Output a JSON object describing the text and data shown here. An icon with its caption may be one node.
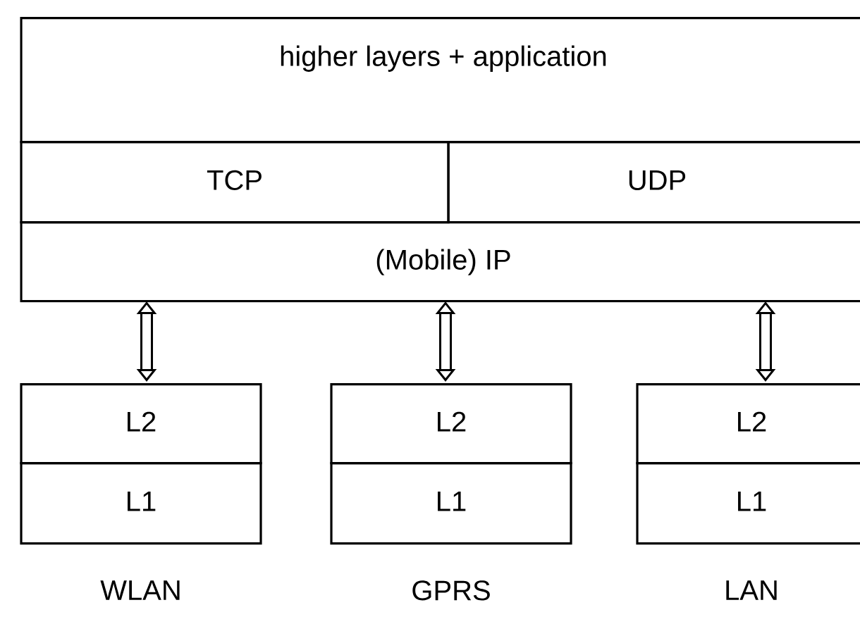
{
  "diagram": {
    "nodes": [
      {
        "text": [
          "higher layers + application"
        ]
      },
      {
        "text": [
          "TCP"
        ]
      },
      {
        "text": [
          "UDP"
        ]
      },
      {
        "text": [
          "(Mobile) IP"
        ]
      },
      {
        "text": [
          "L2"
        ]
      },
      {
        "text": [
          "L1"
        ],
        "beside": [
          "WLAN"
        ]
      },
      {
        "text": [
          "L2"
        ]
      },
      {
        "text": [
          "L1"
        ],
        "beside": [
          "GPRS"
        ]
      },
      {
        "text": [
          "L2"
        ]
      },
      {
        "text": [
          "L1"
        ],
        "beside": [
          "LAN"
        ]
      }
    ],
    "edges": [
      {
        "from": 3,
        "to": 4,
        "arrow": "both"
      },
      {
        "from": 3,
        "to": 6,
        "arrow": "both"
      },
      {
        "from": 3,
        "to": 8,
        "arrow": "both"
      }
    ]
  }
}
